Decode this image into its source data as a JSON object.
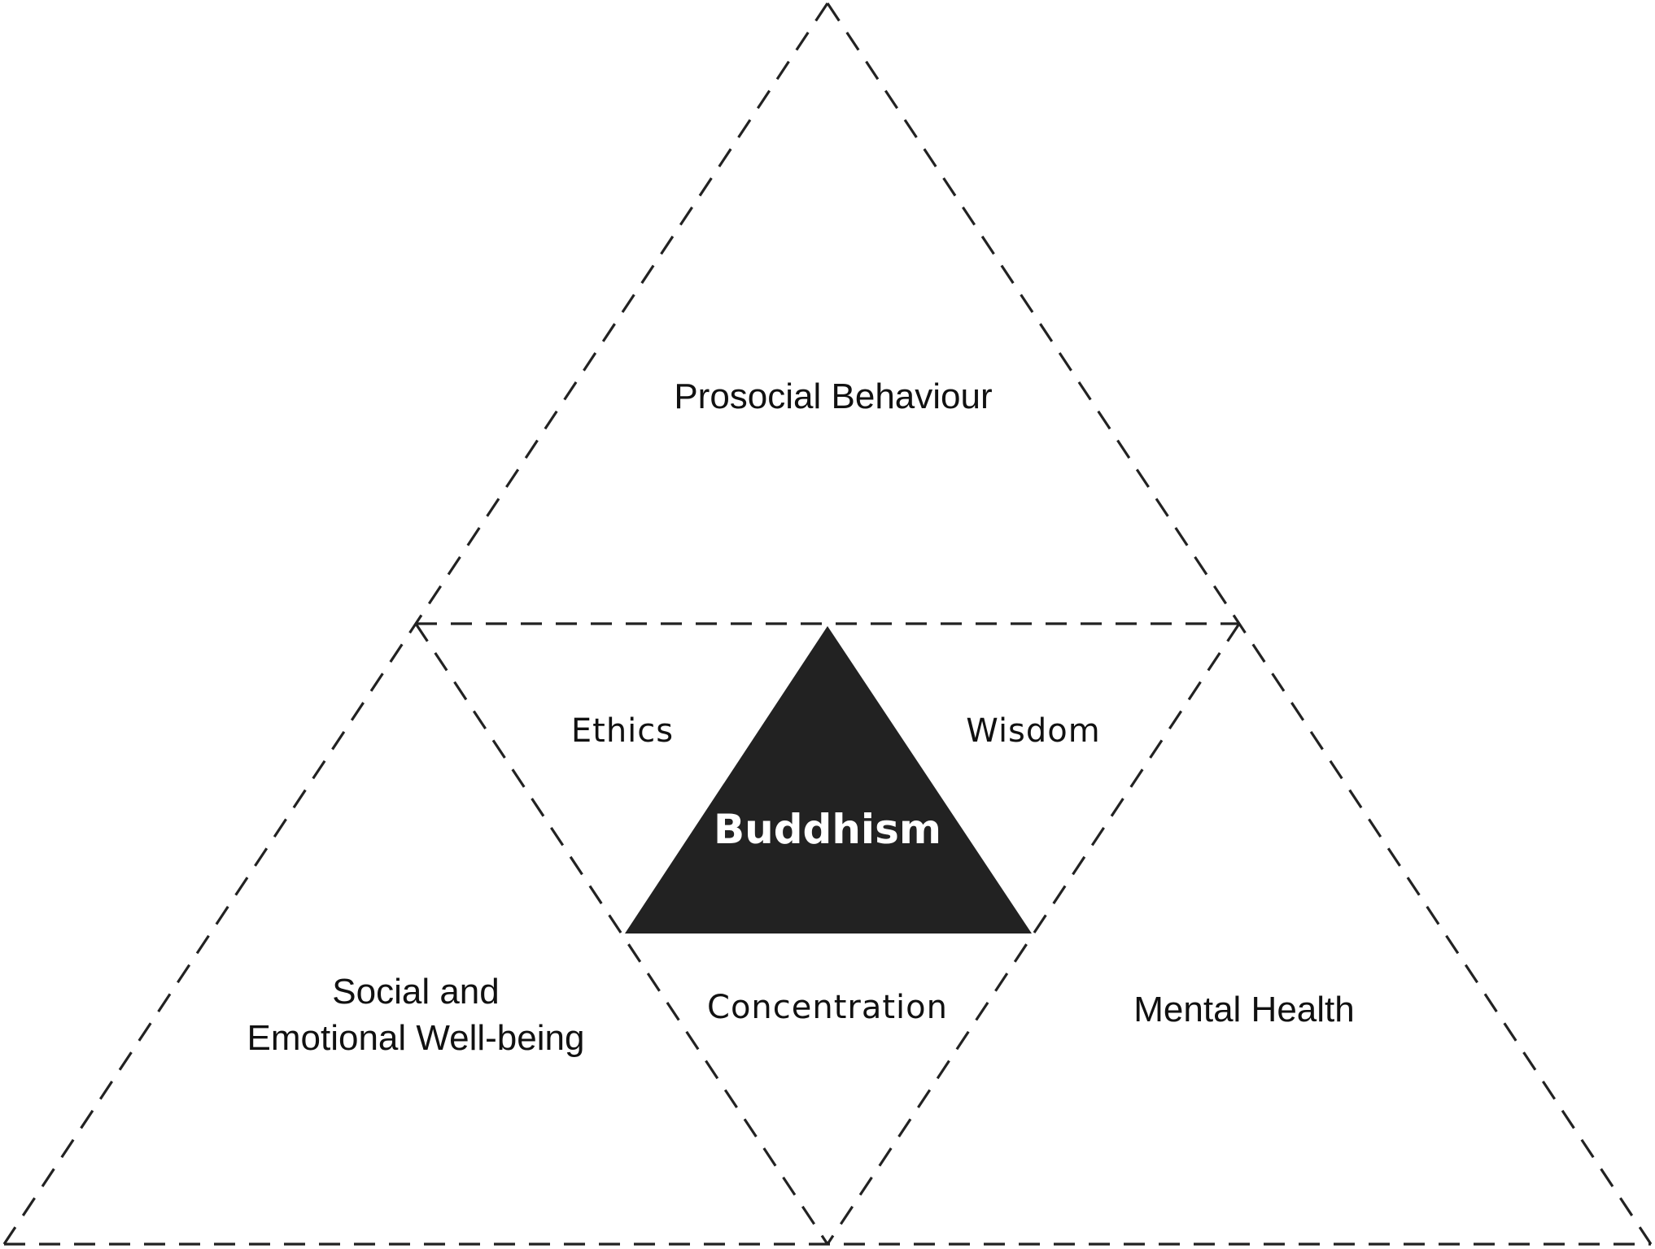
{
  "diagram": {
    "center": {
      "label": "Buddhism"
    },
    "pillars": {
      "ethics": "Ethics",
      "wisdom": "Wisdom",
      "concentration": "Concentration"
    },
    "outcomes": {
      "top": "Prosocial Behaviour",
      "left_line1": "Social and",
      "left_line2": "Emotional Well-being",
      "right": "Mental Health"
    },
    "colors": {
      "center_fill": "#222222",
      "line": "#222222",
      "text": "#111111",
      "center_text": "#ffffff"
    }
  }
}
